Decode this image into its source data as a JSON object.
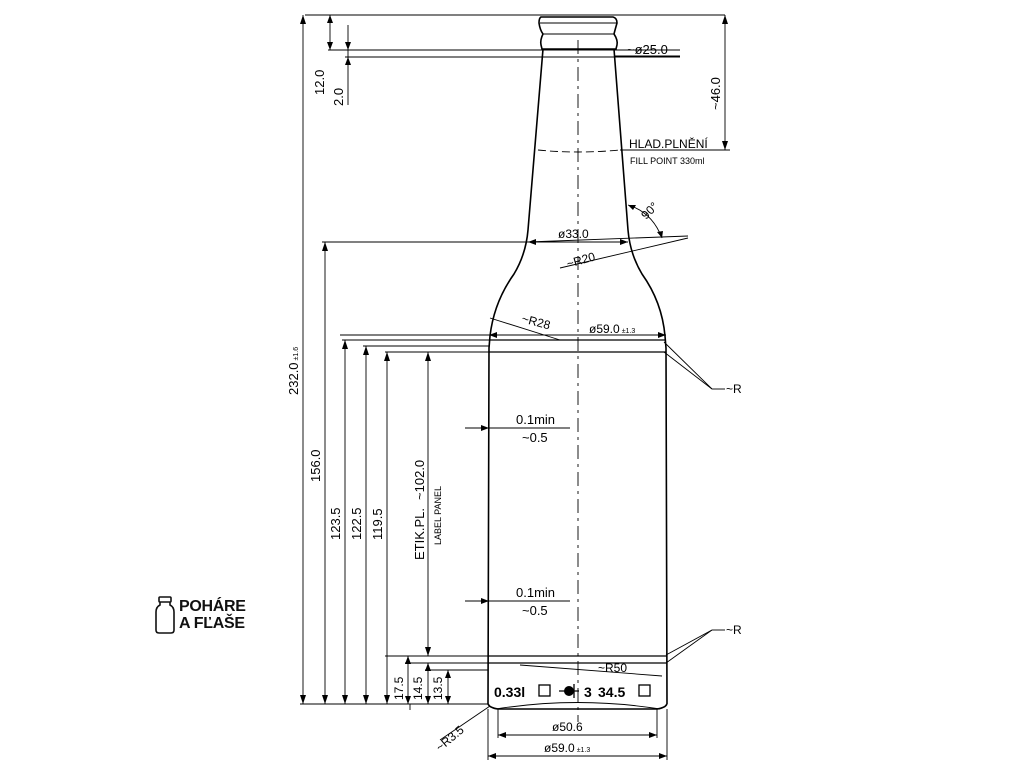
{
  "dimensions": {
    "top_12": "12.0",
    "top_2": "2.0",
    "neck_right_46": "~46.0",
    "dia_25": "~ø25.0",
    "fill_cz": "HLAD.PLNĚNÍ",
    "fill_en": "FILL POINT 330ml",
    "angle_90": "90°",
    "dia_33": "ø33.0",
    "r20": "~R20",
    "r28": "~R28",
    "dia_59_top": "ø59.0",
    "tol_13_top": "±1.3",
    "total_height": "232.0",
    "total_tol": "±1.6",
    "h156": "156.0",
    "h123": "123.5",
    "h122": "122.5",
    "h119": "119.5",
    "label_panel_cz": "ETIK.PL.",
    "label_panel_val": "~102.0",
    "label_panel_en": "LABEL PANEL",
    "min_upper": "0.1min",
    "approx_upper": "~0.5",
    "min_lower": "0.1min",
    "approx_lower": "~0.5",
    "r_upper": "~R",
    "r_lower": "~R",
    "r50": "~R50",
    "h17": "17.5",
    "h14": "14.5",
    "h13": "13.5",
    "r3": "~R3.5",
    "dia_50": "ø50.6",
    "dia_59_bottom": "ø59.0",
    "tol_13_bottom": "±1.3"
  },
  "bottom_marking": {
    "volume": "0.33l",
    "code": "3",
    "weight": "34.5"
  },
  "logo": {
    "line1": "POHÁRE",
    "line2": "A FĽAŠE"
  }
}
